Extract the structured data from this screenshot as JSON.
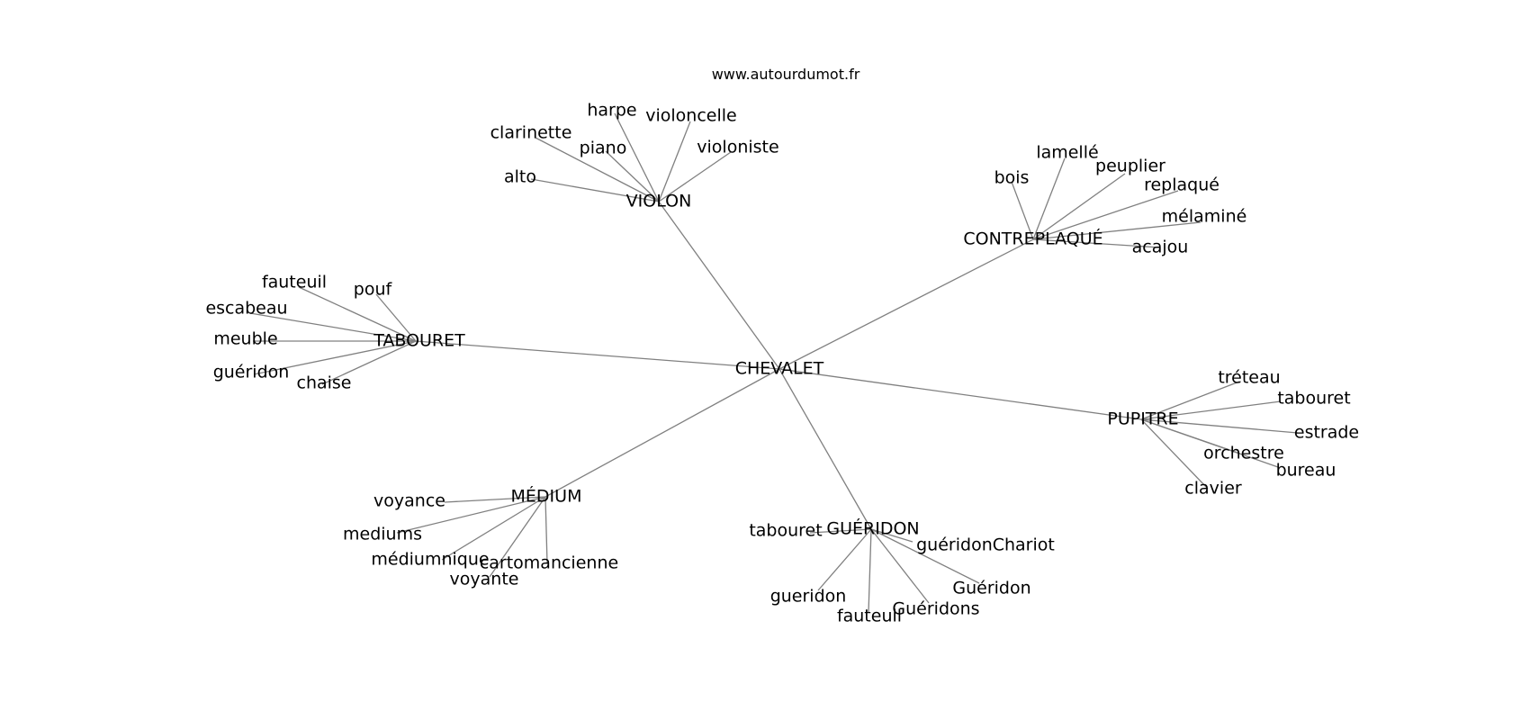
{
  "credit": "www.autourdumot.fr",
  "graph": {
    "center": "CHEVALET",
    "hubs": [
      {
        "label": "VIOLON",
        "leaves": [
          "alto",
          "clarinette",
          "harpe",
          "piano",
          "violoncelle",
          "violoniste"
        ]
      },
      {
        "label": "CONTREPLAQUÉ",
        "leaves": [
          "bois",
          "lamellé",
          "peuplier",
          "replaqué",
          "mélaminé",
          "acajou"
        ]
      },
      {
        "label": "TABOURET",
        "leaves": [
          "fauteuil",
          "pouf",
          "escabeau",
          "meuble",
          "guéridon",
          "chaise"
        ]
      },
      {
        "label": "PUPITRE",
        "leaves": [
          "tréteau",
          "tabouret",
          "estrade",
          "orchestre",
          "bureau",
          "clavier"
        ]
      },
      {
        "label": "MÉDIUM",
        "leaves": [
          "voyance",
          "mediums",
          "médiumnique",
          "voyante",
          "cartomancienne"
        ]
      },
      {
        "label": "GUÉRIDON",
        "leaves": [
          "tabouret",
          "guéridonChariot",
          "Guéridon",
          "Guéridons",
          "fauteuil",
          "gueridon"
        ]
      }
    ]
  }
}
